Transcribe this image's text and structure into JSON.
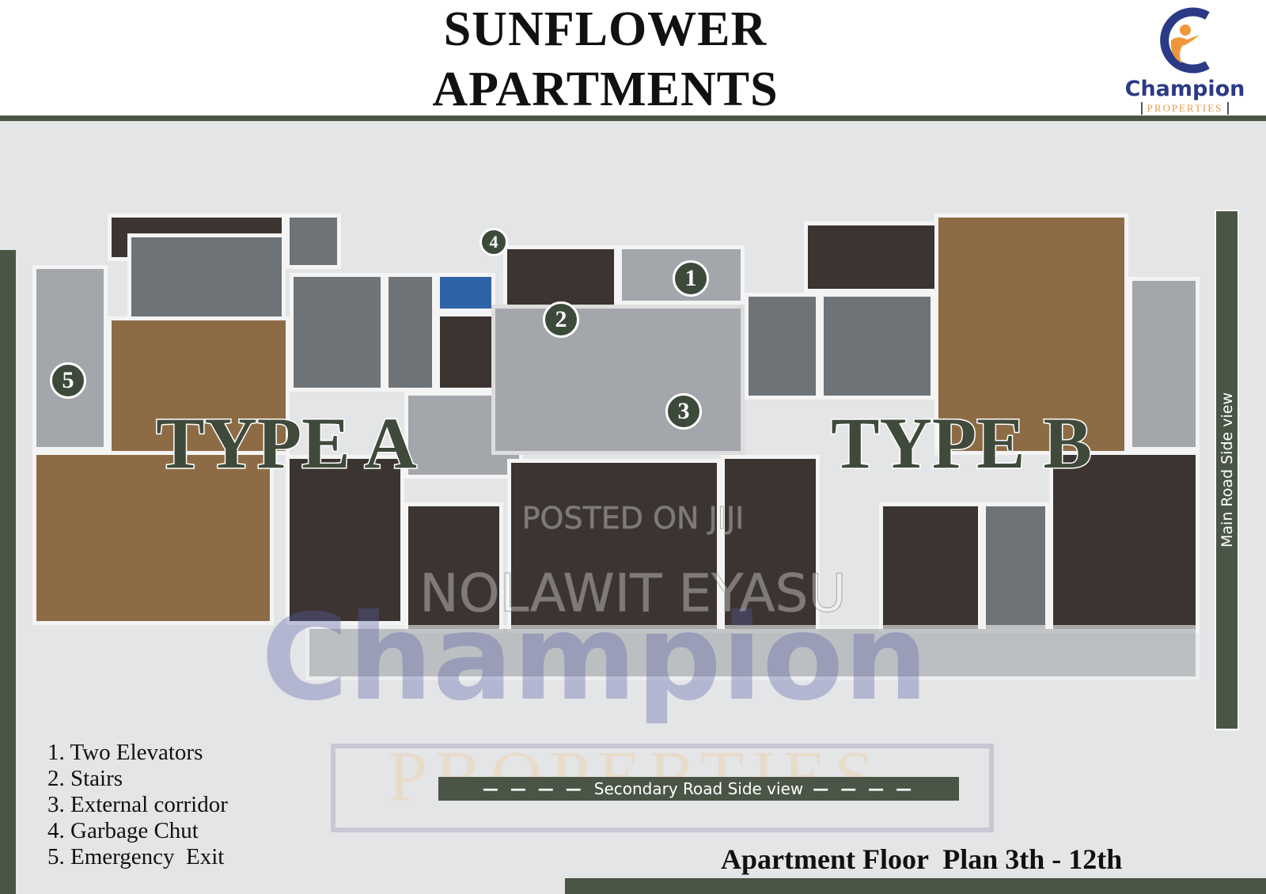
{
  "header": {
    "title_line1": "SUNFLOWER",
    "title_line2": "APARTMENTS"
  },
  "logo": {
    "name": "Champion",
    "subtitle": "PROPERTIES",
    "colors": {
      "primary": "#2b3a85",
      "accent": "#f0963a"
    }
  },
  "plan": {
    "type_a_label": "TYPE A",
    "type_b_label": "TYPE B",
    "markers": [
      "1",
      "2",
      "3",
      "4",
      "5"
    ],
    "watermark_posted": "POSTED ON JIJI",
    "watermark_author": "NOLAWIT EYASU",
    "watermark_brand": "Champion",
    "watermark_brand_sub": "PROPERTIES"
  },
  "roads": {
    "main": "Main Road Side view",
    "secondary": "Secondary Road Side view",
    "dashes_left": "— — — —",
    "dashes_right": "— — — —"
  },
  "legend": [
    "1. Two Elevators",
    "2. Stairs",
    "3. External corridor",
    "4. Garbage Chut",
    "5. Emergency  Exit"
  ],
  "footer": {
    "caption": "Apartment Floor  Plan 3th - 12th"
  },
  "colors": {
    "accent_green": "#4a5546",
    "background": "#e4e5e7"
  }
}
